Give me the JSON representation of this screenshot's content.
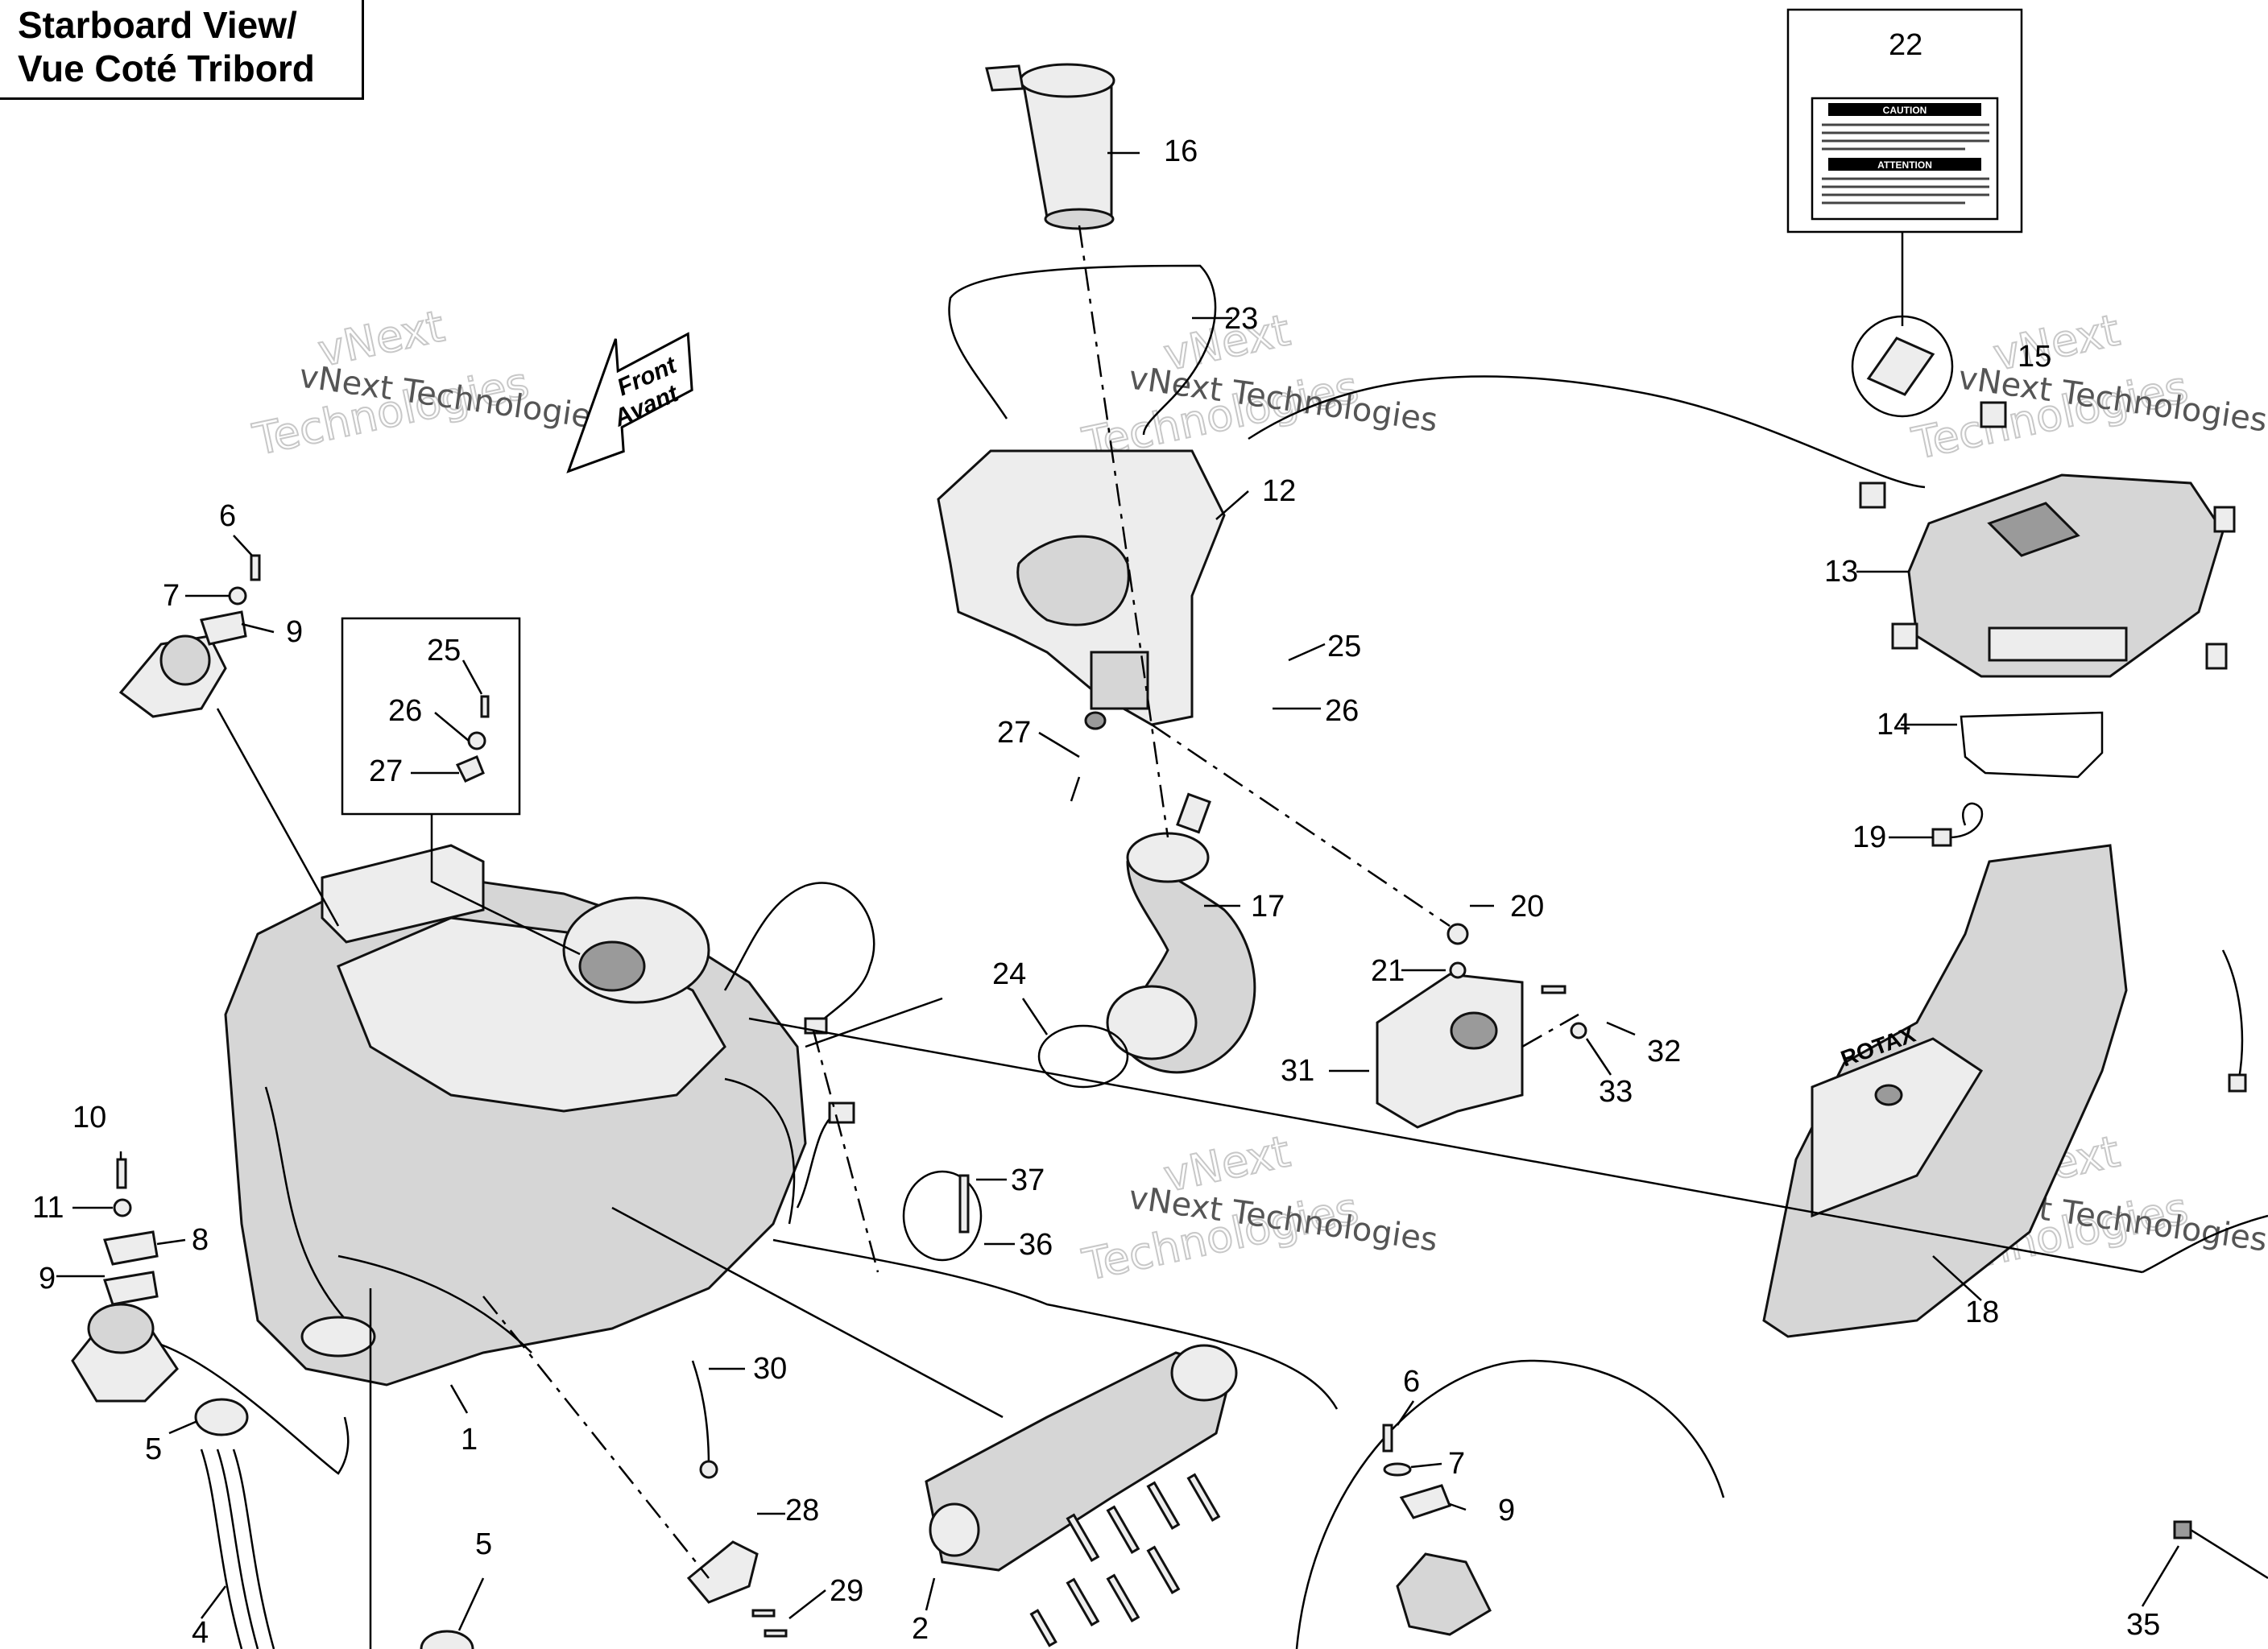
{
  "title": {
    "line1": "Starboard View/",
    "line2": "Vue Coté Tribord"
  },
  "front_arrow": {
    "line1": "Front",
    "line2": "Avant"
  },
  "watermark": {
    "company": "vNext Technologies",
    "word1": "vNext",
    "word2": "Technologies"
  },
  "caution_label": {
    "header_en": "CAUTION",
    "header_fr": "ATTENTION"
  },
  "brand_mark": "ROTAX",
  "callouts": {
    "c1": "1",
    "c2": "2",
    "c4": "4",
    "c5a": "5",
    "c5b": "5",
    "c6a": "6",
    "c6b": "6",
    "c7a": "7",
    "c7b": "7",
    "c8": "8",
    "c9a": "9",
    "c9b": "9",
    "c9c": "9",
    "c10": "10",
    "c11": "11",
    "c12": "12",
    "c13": "13",
    "c14": "14",
    "c15": "15",
    "c16": "16",
    "c17": "17",
    "c18": "18",
    "c19": "19",
    "c20": "20",
    "c21": "21",
    "c22": "22",
    "c23": "23",
    "c24": "24",
    "c25a": "25",
    "c25b": "25",
    "c26a": "26",
    "c26b": "26",
    "c27a": "27",
    "c27b": "27",
    "c28": "28",
    "c29": "29",
    "c30": "30",
    "c31": "31",
    "c32": "32",
    "c33": "33",
    "c35": "35",
    "c36": "36",
    "c37": "37"
  }
}
